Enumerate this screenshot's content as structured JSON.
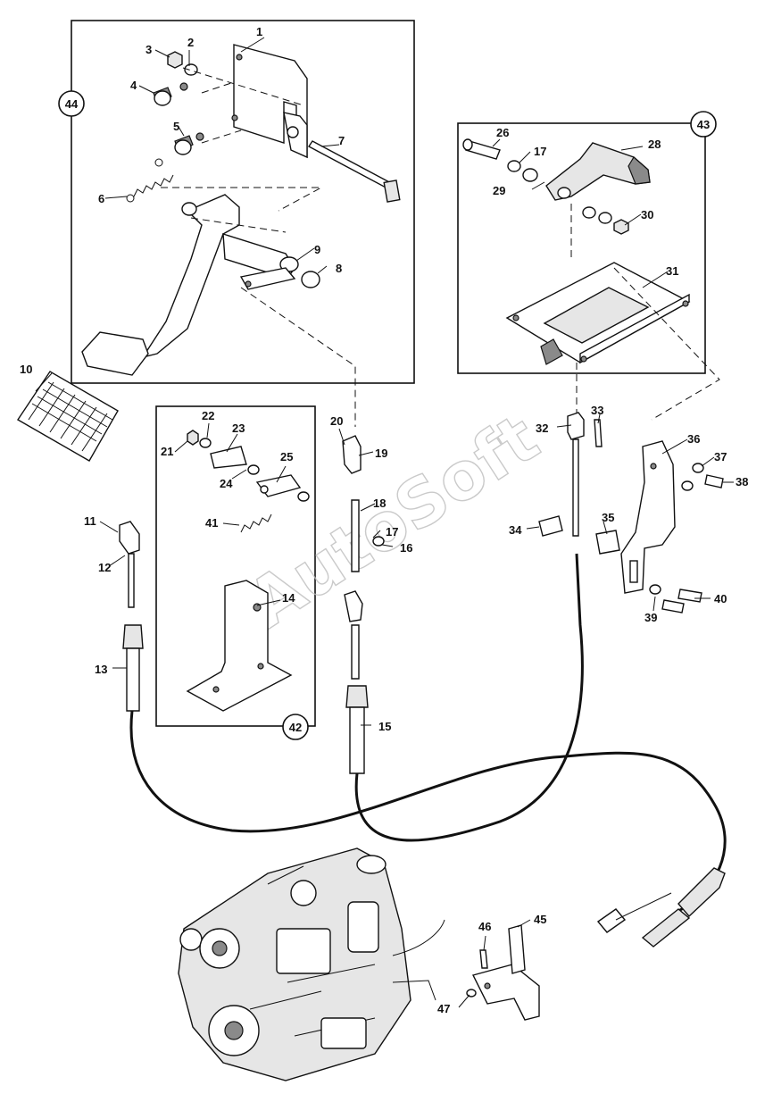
{
  "watermark": "AutoSoft",
  "assembly_badges": [
    {
      "id": "44",
      "text": "44"
    },
    {
      "id": "43",
      "text": "43"
    },
    {
      "id": "42",
      "text": "42"
    }
  ],
  "part_numbers": [
    "1",
    "2",
    "3",
    "4",
    "5",
    "6",
    "7",
    "8",
    "9",
    "10",
    "11",
    "12",
    "13",
    "14",
    "15",
    "16",
    "17",
    "17",
    "18",
    "19",
    "20",
    "21",
    "22",
    "23",
    "24",
    "25",
    "26",
    "28",
    "29",
    "30",
    "31",
    "32",
    "33",
    "34",
    "35",
    "36",
    "37",
    "38",
    "39",
    "40",
    "41",
    "45",
    "46",
    "47"
  ]
}
